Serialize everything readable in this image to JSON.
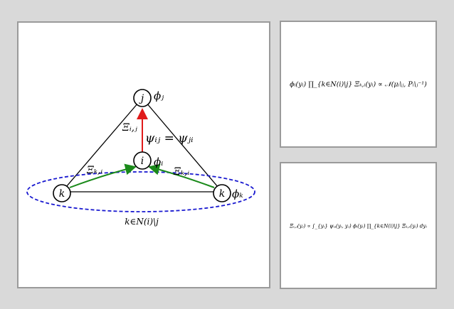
{
  "diagram": {
    "node_j": "j",
    "node_i": "i",
    "node_k_left": "k",
    "node_k_right": "k",
    "phi_j": "ϕⱼ",
    "phi_i": "ϕᵢ",
    "phi_k": "ϕₖ",
    "xi_ij": "Ξᵢ,ⱼ",
    "psi_label": "ψᵢⱼ = ψⱼᵢ",
    "xi_ki_left": "Ξₖ,ᵢ",
    "xi_ki_right": "Ξₖ,ᵢ",
    "set_label": "k∈N(i)\\j"
  },
  "equations": {
    "top": "ϕᵢ(yᵢ) ∏_{k∈N(i)\\j} Ξₖ,ᵢ(yᵢ) ∝ 𝒩(μᵢ\\ⱼ, Pᵢ\\ⱼ⁻¹)",
    "bottom": "Ξᵢ,ⱼ(yⱼ) ∝ ∫_{yᵢ} ψᵢⱼ(yᵢ, yⱼ) ϕᵢ(yᵢ) ∏_{k∈N(i)\\j} Ξₖ,ᵢ(yᵢ) dyᵢ"
  },
  "colors": {
    "message_up": "#e01a1a",
    "message_k": "#1a8a1a",
    "ellipse": "#1a1ad0",
    "edge": "#000000"
  }
}
